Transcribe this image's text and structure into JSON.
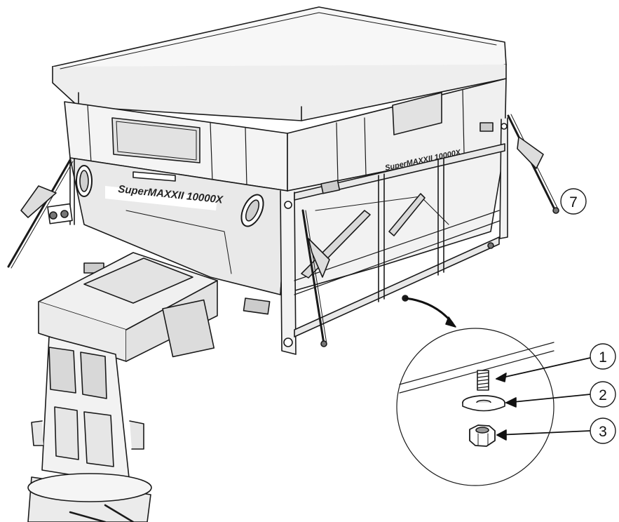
{
  "diagram": {
    "brand_logo": "SuperMAXXII 10000X",
    "callouts": [
      {
        "id": "callout-1",
        "label": "1",
        "part": "bolt"
      },
      {
        "id": "callout-2",
        "label": "2",
        "part": "washer"
      },
      {
        "id": "callout-3",
        "label": "3",
        "part": "nut"
      },
      {
        "id": "callout-7",
        "label": "7",
        "part": "support-leg"
      }
    ],
    "colors": {
      "line": "#1a1a1a",
      "body_fill": "#f4f4f4",
      "shade": "#d6d6d6",
      "dark": "#3a3a3a"
    }
  }
}
